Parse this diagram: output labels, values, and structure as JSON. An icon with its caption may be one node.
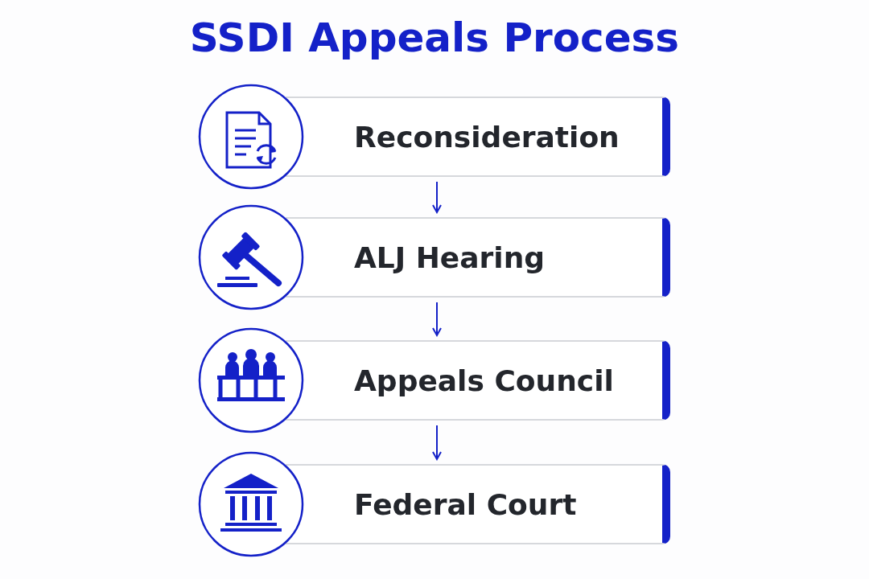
{
  "diagram": {
    "title": "SSDI Appeals Process",
    "nodes": [
      {
        "text": [
          "Reconsideration"
        ]
      },
      {
        "text": [
          "ALJ Hearing"
        ]
      },
      {
        "text": [
          "Appeals Council"
        ]
      },
      {
        "text": [
          "Federal Court"
        ]
      }
    ],
    "edges": [
      {
        "from": 0,
        "to": 1,
        "arrow": "to"
      },
      {
        "from": 1,
        "to": 2,
        "arrow": "to"
      },
      {
        "from": 2,
        "to": 3,
        "arrow": "to"
      }
    ]
  }
}
